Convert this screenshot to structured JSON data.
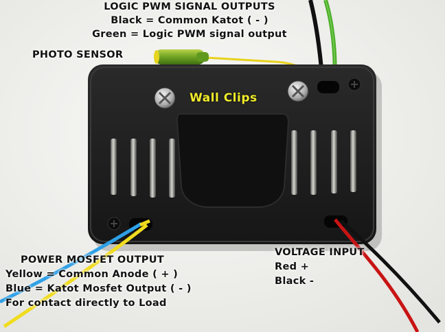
{
  "labels": {
    "logic_outputs": {
      "title": "LOGIC PWM SIGNAL OUTPUTS",
      "line1": "Black = Common Katot ( - )",
      "line2": "Green = Logic PWM signal output"
    },
    "photo_sensor": "PHOTO SENSOR",
    "wall_clips": "Wall Clips",
    "power_output": {
      "title": "POWER MOSFET OUTPUT",
      "line1": "Yellow = Common Anode ( + )",
      "line2": "Blue = Katot Mosfet Output ( - )",
      "line3": "For contact directly to Load"
    },
    "voltage_input": {
      "title": "VOLTAGE INPUT",
      "line1": "Red +",
      "line2": "Black -"
    }
  },
  "colors": {
    "enclosure": "#1c1c1c",
    "wall_clips_text": "#f2ec2a",
    "wire_black": "#111111",
    "wire_green": "#4caf2a",
    "wire_yellow": "#f0dc1e",
    "wire_blue": "#2ea0e6",
    "wire_red": "#c81414",
    "background": "#f3f3f1"
  }
}
